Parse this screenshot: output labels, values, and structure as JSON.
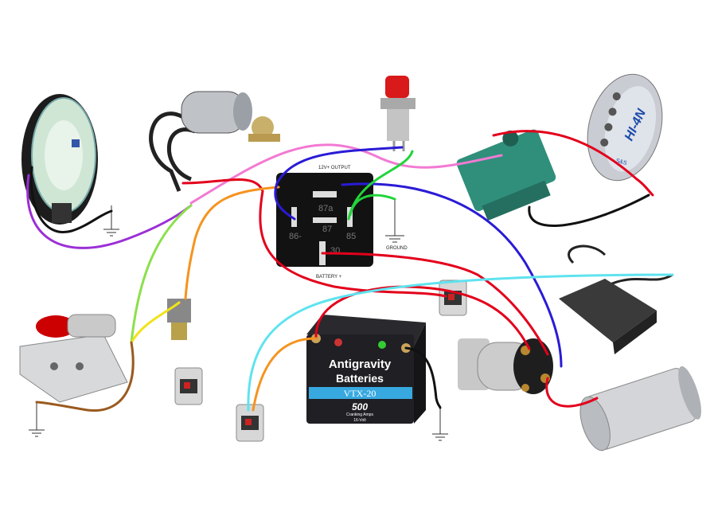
{
  "relay": {
    "output_label": "12V+ OUTPUT",
    "ground_label": "GROUND",
    "battery_label": "BATTERY +",
    "terminals": [
      "87a",
      "87",
      "86-",
      "85",
      "30"
    ]
  },
  "battery": {
    "brand_line1": "Antigravity",
    "brand_line2": "Batteries",
    "model": "VTX-20",
    "cranking": "500",
    "cranking_sub": "Cranking Amps",
    "voltage": "16-Volt"
  },
  "ignition_module": {
    "label": "HI-4N",
    "brand": "S&S"
  },
  "wire_colors": {
    "red": "#e3001b",
    "blue": "#2a1bd6",
    "pink": "#f27ad3",
    "green": "#22d43a",
    "lime": "#8be04a",
    "orange": "#f5931f",
    "purple": "#9b2fd6",
    "black": "#111111",
    "cyan": "#5fe3ef",
    "yellow": "#f2e21b",
    "brown": "#9a5a1e"
  }
}
